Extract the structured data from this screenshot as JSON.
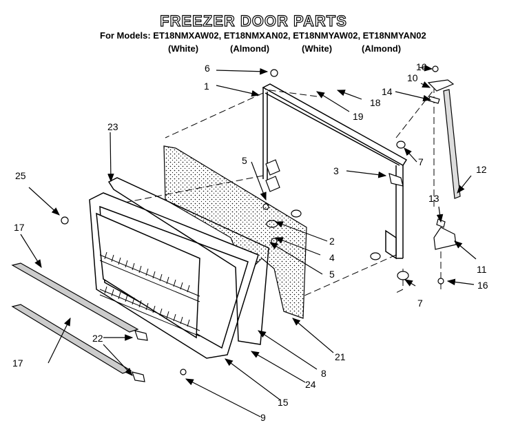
{
  "header": {
    "title": "FREEZER DOOR PARTS",
    "models": "For Models: ET18NMXAW02, ET18NMXAN02, ET18NMYAW02, ET18NMYAN02",
    "colors": [
      "(White)",
      "(Almond)",
      "(White)",
      "(Almond)"
    ]
  },
  "callouts": [
    "1",
    "2",
    "3",
    "4",
    "5",
    "5",
    "6",
    "7",
    "7",
    "8",
    "9",
    "10",
    "11",
    "12",
    "13",
    "14",
    "15",
    "16",
    "16",
    "17",
    "17",
    "18",
    "19",
    "21",
    "22",
    "23",
    "24",
    "25"
  ]
}
